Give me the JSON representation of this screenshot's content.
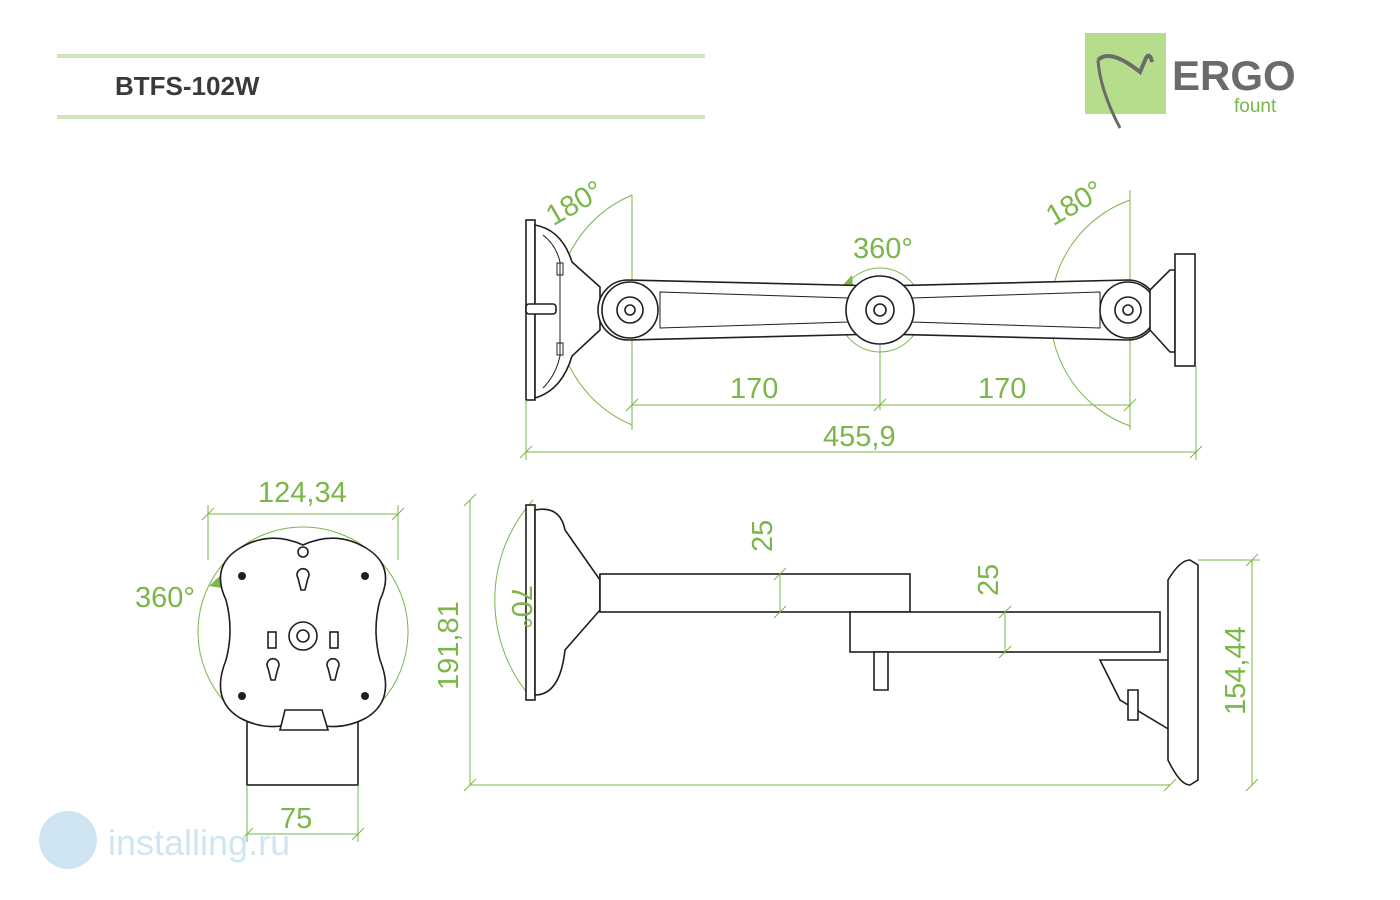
{
  "header": {
    "model": "BTFS-102W",
    "logo_top": "ERGO",
    "logo_bottom": "fount",
    "accent_color": "#7ab648",
    "logo_bg_color": "#b6dd8c"
  },
  "watermark": {
    "text": "installing.ru",
    "color": "#cfe6f2"
  },
  "top_view": {
    "angle_left": "180°",
    "angle_right": "180°",
    "angle_center": "360°",
    "length_segment_1": "170",
    "length_segment_2": "170",
    "length_total": "455,9"
  },
  "front_view": {
    "width": "124,34",
    "rotation": "360°",
    "base_width": "75"
  },
  "side_view": {
    "height_total": "191,81",
    "tilt": "70°",
    "arm_thickness_1": "25",
    "arm_thickness_2": "25",
    "wall_plate_height": "154,44"
  }
}
